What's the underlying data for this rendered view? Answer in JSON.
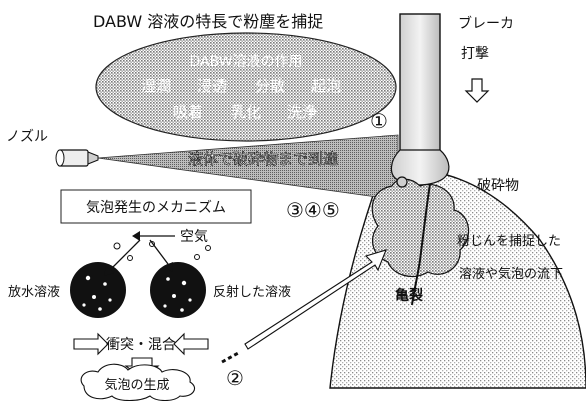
{
  "title": "DABW 溶液の特長で粉塵を捕捉",
  "breaker": {
    "label": "ブレーカ",
    "action": "打撃"
  },
  "nozzle": {
    "label": "ノズル"
  },
  "action_ellipse": {
    "heading": "DABW溶液の作用",
    "row1": [
      "湿潤",
      "浸透",
      "分散",
      "起泡"
    ],
    "row2": [
      "吸着",
      "乳化",
      "洗浄"
    ]
  },
  "spray_text": "液体で破砕物まで到達",
  "markers": {
    "m1": "①",
    "m2": "②",
    "m345": "③④⑤"
  },
  "mechanism": {
    "box_label": "気泡発生のメカニズム",
    "air": "空気",
    "water_jet": "放水溶液",
    "reflected": "反射した溶液",
    "collision": "衝突・混合",
    "generation": "気泡の生成"
  },
  "rock": {
    "crushed": "破砕物",
    "crack": "亀裂",
    "capture": "粉じんを捕捉した",
    "flow": "溶液や気泡の流下"
  },
  "colors": {
    "ink": "#111111",
    "halftone": "#9a9a9a",
    "light": "#d9d9d9"
  }
}
